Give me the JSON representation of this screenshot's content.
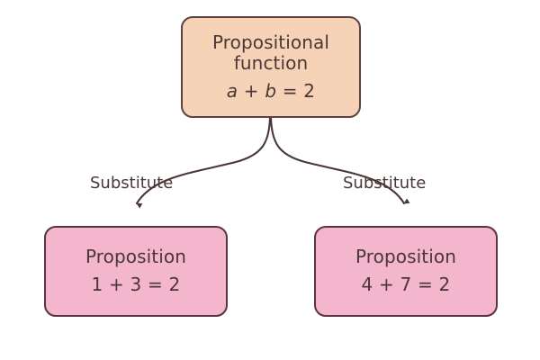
{
  "diagram": {
    "title_hidden": "",
    "background_color": "#ffffff",
    "nodes": {
      "root": {
        "title": "Propositional function",
        "title_line1": "Propositional",
        "title_line2": "function",
        "expression_var1": "a",
        "expression_op": " + ",
        "expression_var2": "b",
        "expression_tail": " = 2",
        "fill_color": "#f6d3b6",
        "border_color": "#5c4340",
        "text_color": "#4a3737"
      },
      "left": {
        "title": "Proposition",
        "expression": "1 + 3 = 2",
        "fill_color": "#f3b6cd",
        "border_color": "#5c3340",
        "text_color": "#4a3737"
      },
      "right": {
        "title": "Proposition",
        "expression": "4 + 7 = 2",
        "fill_color": "#f3b6cd",
        "border_color": "#5c3340",
        "text_color": "#4a3737"
      }
    },
    "edges": [
      {
        "from": "root",
        "to": "left",
        "label": "Substitute",
        "color": "#4a3737"
      },
      {
        "from": "root",
        "to": "right",
        "label": "Substitute",
        "color": "#4a3737"
      }
    ]
  }
}
